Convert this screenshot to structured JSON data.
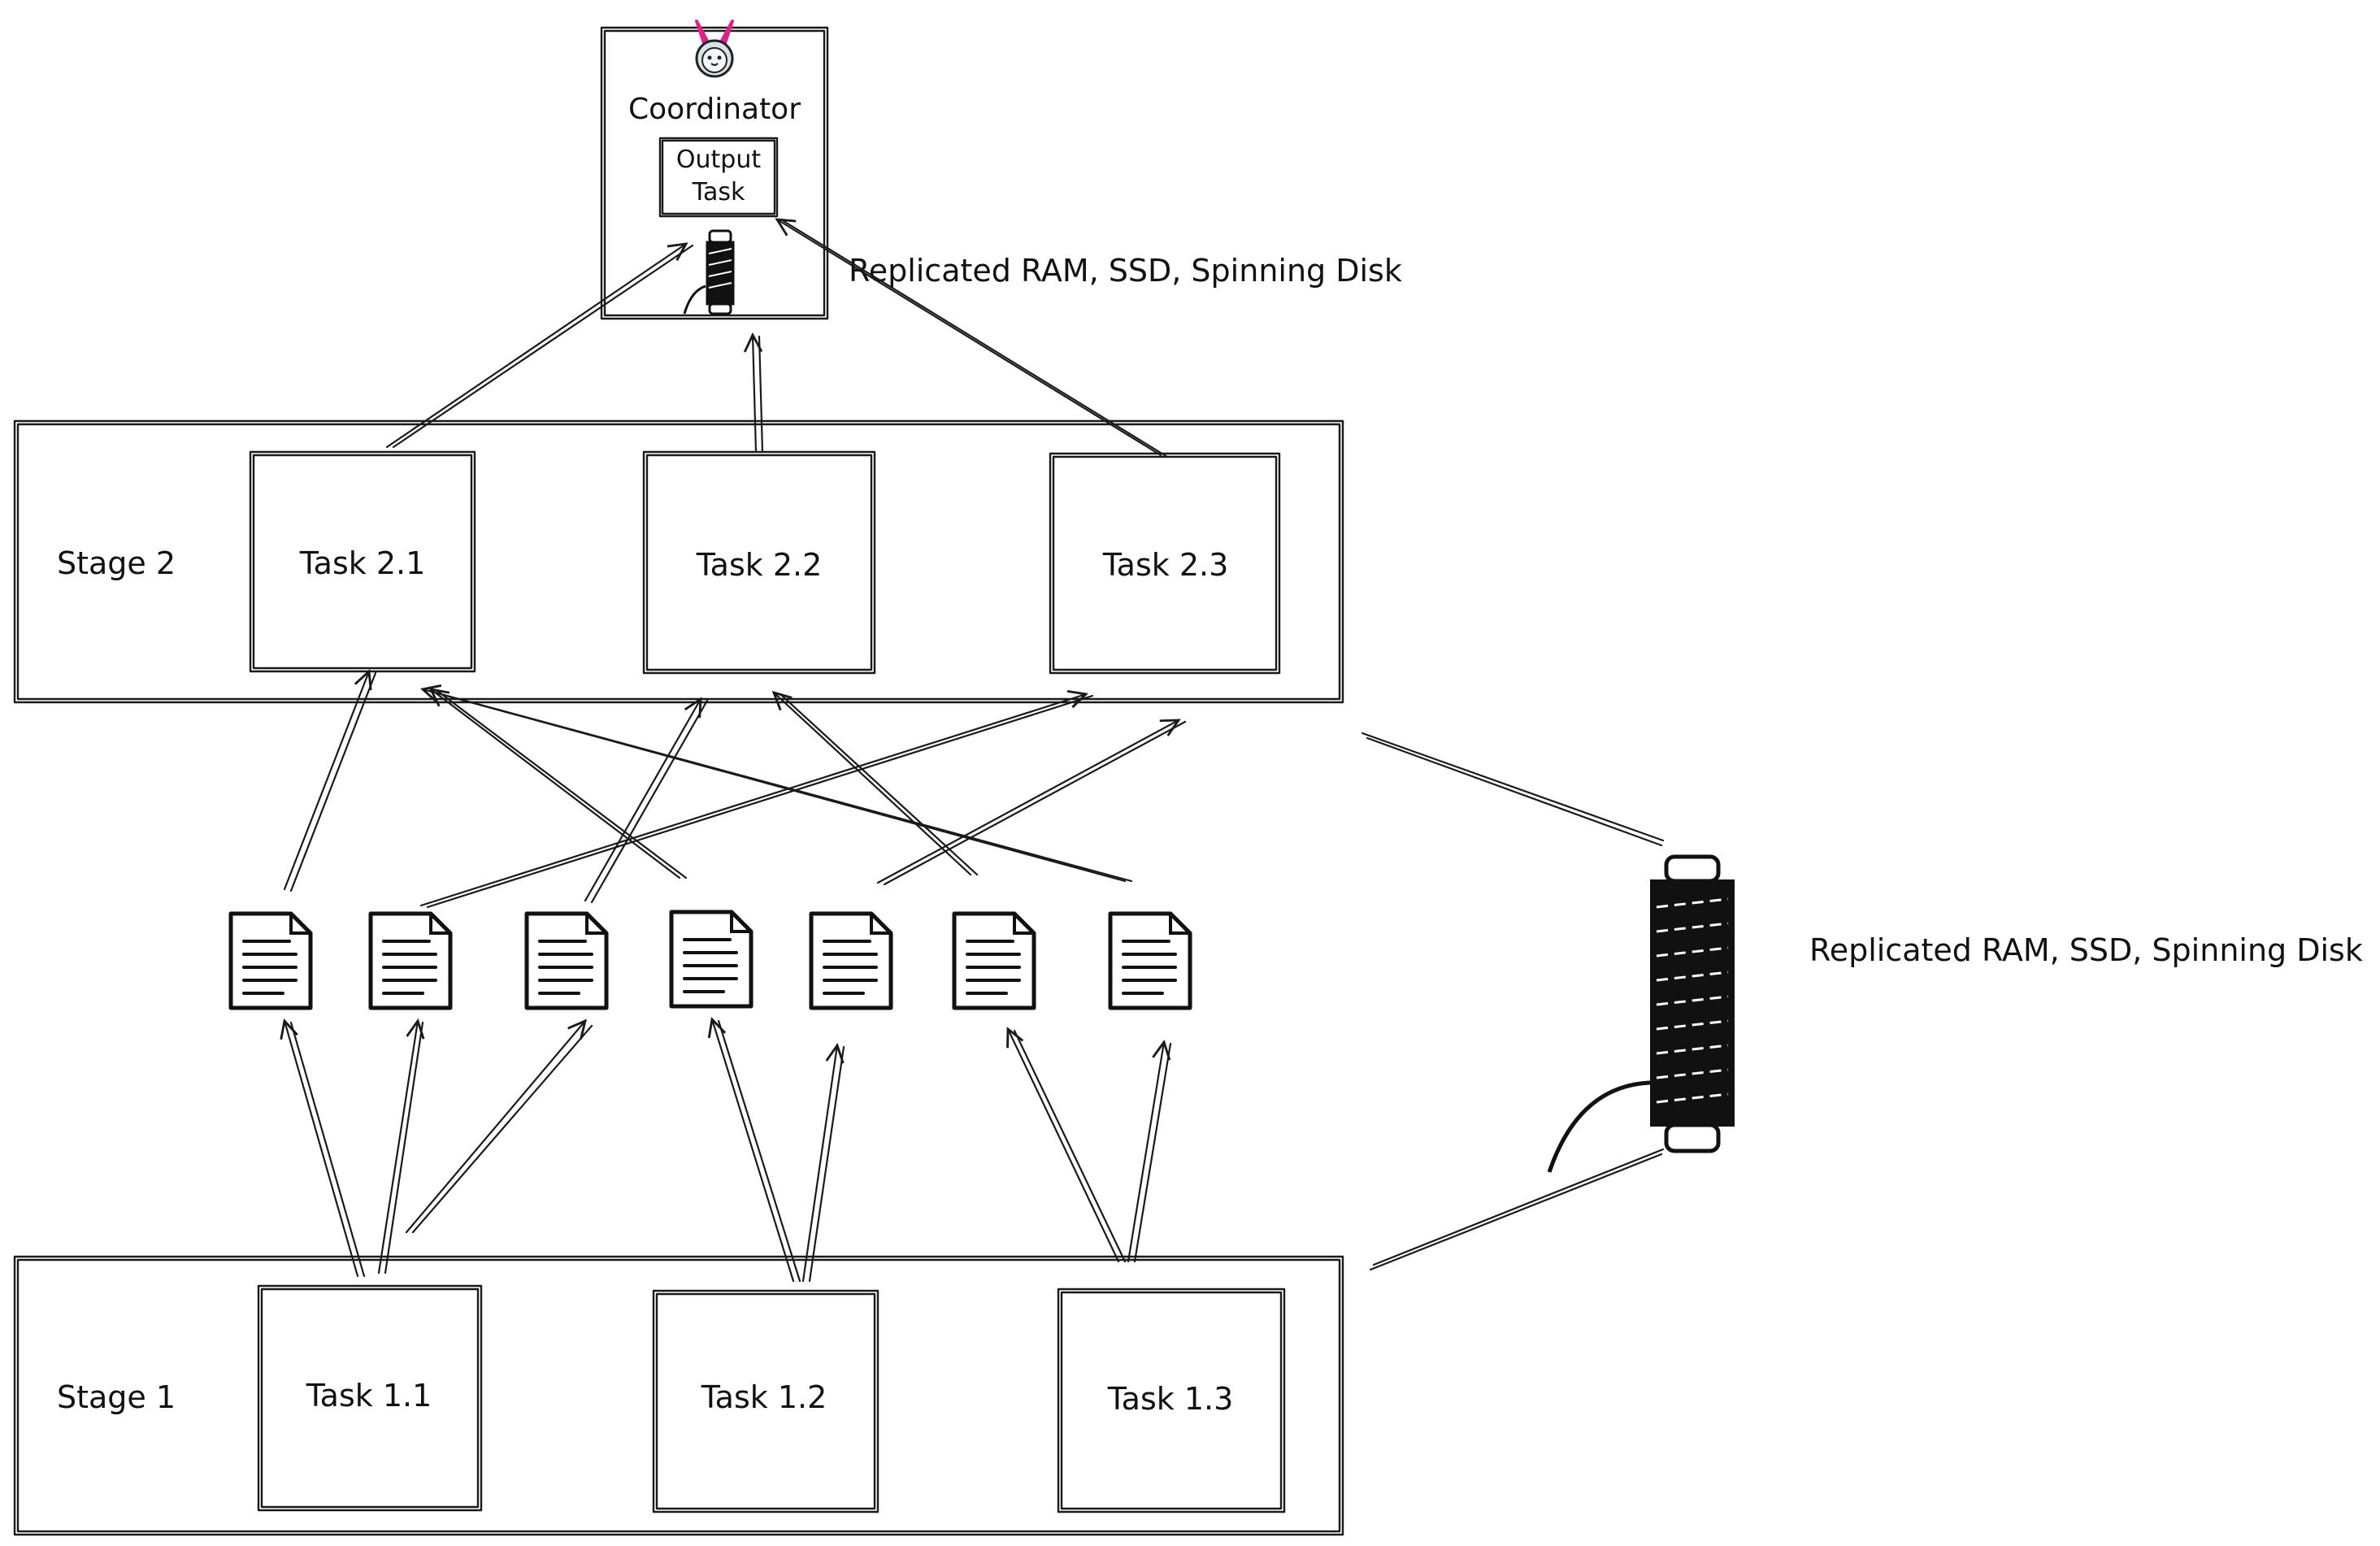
{
  "coordinator": {
    "title": "Coordinator",
    "output_task_line1": "Output",
    "output_task_line2": "Task"
  },
  "storage_label_top": "Replicated RAM, SSD, Spinning Disk",
  "storage_label_right": "Replicated RAM, SSD, Spinning Disk",
  "stage2": {
    "label": "Stage 2",
    "tasks": [
      "Task 2.1",
      "Task 2.2",
      "Task 2.3"
    ]
  },
  "stage1": {
    "label": "Stage 1",
    "tasks": [
      "Task 1.1",
      "Task 1.2",
      "Task 1.3"
    ]
  },
  "intermediate_files": 7,
  "colors": {
    "stroke": "#1a1a1a",
    "bunny_ears": "#e0218a",
    "background": "#ffffff"
  },
  "icons": {
    "mascot": "bunny-mascot-icon",
    "storage": "spool-storage-icon",
    "file": "document-icon"
  }
}
